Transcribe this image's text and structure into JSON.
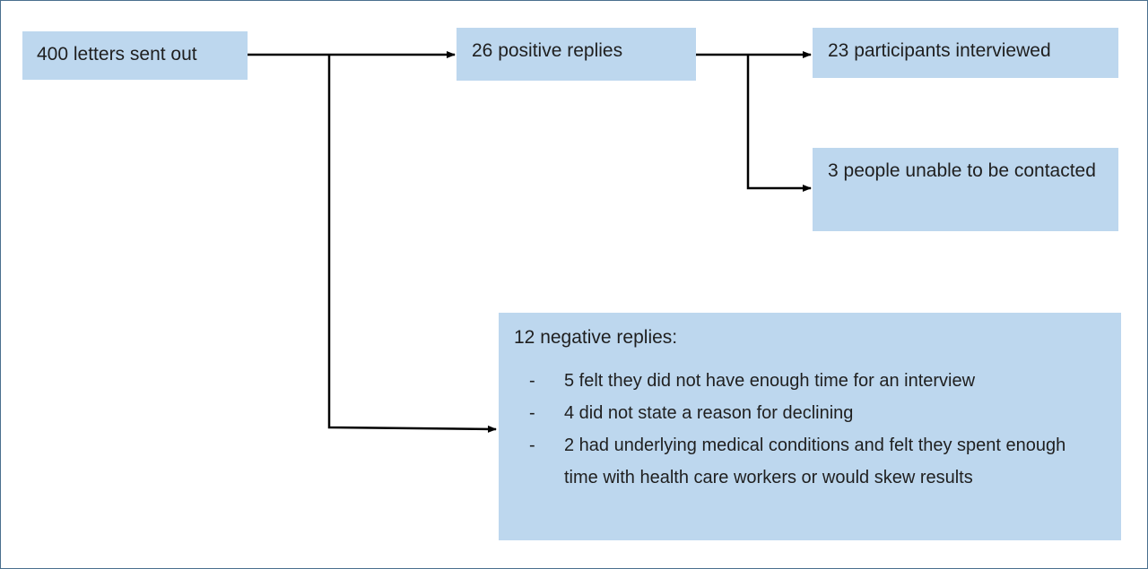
{
  "boxes": {
    "letters_sent": "400 letters sent out",
    "positive_replies": "26 positive replies",
    "participants_interviewed": "23 participants interviewed",
    "unable_contacted": "3 people unable to be contacted",
    "negative_replies": {
      "title": "12 negative replies:",
      "bullet": "-",
      "reasons": [
        "5 felt they did not have enough time for an interview",
        "4 did not state a reason for declining",
        "2 had underlying medical conditions and felt they spent enough time with health care workers or would skew results"
      ]
    }
  },
  "colors": {
    "box_fill": "#bdd7ee",
    "arrow": "#000000",
    "frame_border": "#4a6f8e"
  }
}
